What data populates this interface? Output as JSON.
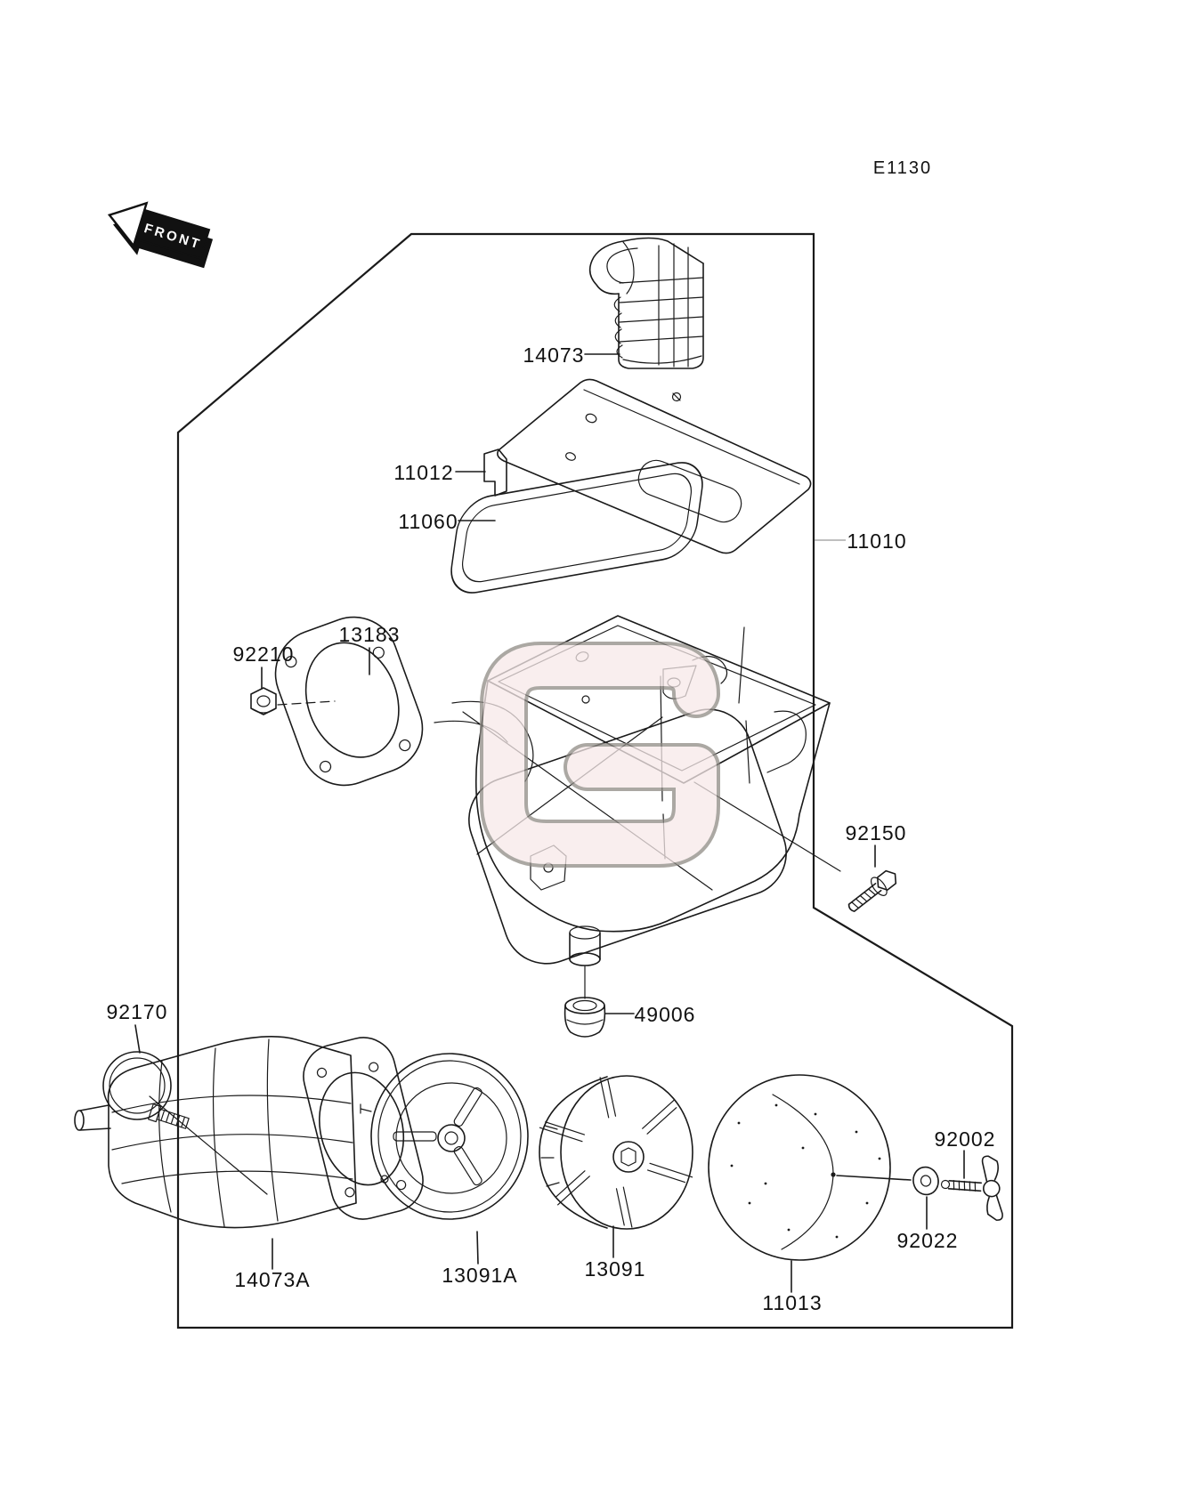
{
  "diagram": {
    "code": "E1130",
    "front_marker": "FRONT",
    "watermark_letter": "G",
    "colors": {
      "ink": "#1a1a1a",
      "paper": "#ffffff",
      "watermark_fill": "#f7e9e9",
      "watermark_outline": "#8f8b85",
      "leader_light": "#aaaaaa"
    },
    "part_labels": {
      "p14073": "14073",
      "p11012": "11012",
      "p11060": "11060",
      "p11010": "11010",
      "p13183": "13183",
      "p92210": "92210",
      "p92150": "92150",
      "p92170": "92170",
      "p49006": "49006",
      "p14073A": "14073A",
      "p13091A": "13091A",
      "p13091": "13091",
      "p11013": "11013",
      "p92022": "92022",
      "p92002": "92002"
    }
  }
}
